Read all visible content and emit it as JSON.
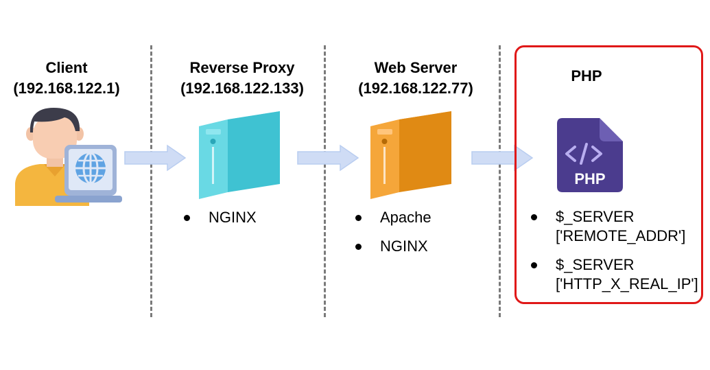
{
  "columns": [
    {
      "title": "Client",
      "ip": "(192.168.122.1)",
      "icon": "client-with-laptop-icon",
      "items": []
    },
    {
      "title": "Reverse Proxy",
      "ip": "(192.168.122.133)",
      "icon": "cyan-server-icon",
      "items": [
        "NGINX"
      ]
    },
    {
      "title": "Web Server",
      "ip": "(192.168.122.77)",
      "icon": "orange-server-icon",
      "items": [
        "Apache",
        "NGINX"
      ]
    }
  ],
  "php": {
    "title": "PHP",
    "icon": "php-file-icon",
    "logo_text": "PHP",
    "items": [
      {
        "line1": "$_SERVER",
        "line2": "['REMOTE_ADDR']"
      },
      {
        "line1": "$_SERVER",
        "line2": "['HTTP_X_REAL_IP']"
      }
    ],
    "highlight_color": "#e01818"
  },
  "colors": {
    "arrow": "#c9daf5",
    "proxy_server": "#5fd3df",
    "web_server": "#f29a1d",
    "php_icon": "#4a3d8f",
    "separator": "#7a7a7a"
  }
}
